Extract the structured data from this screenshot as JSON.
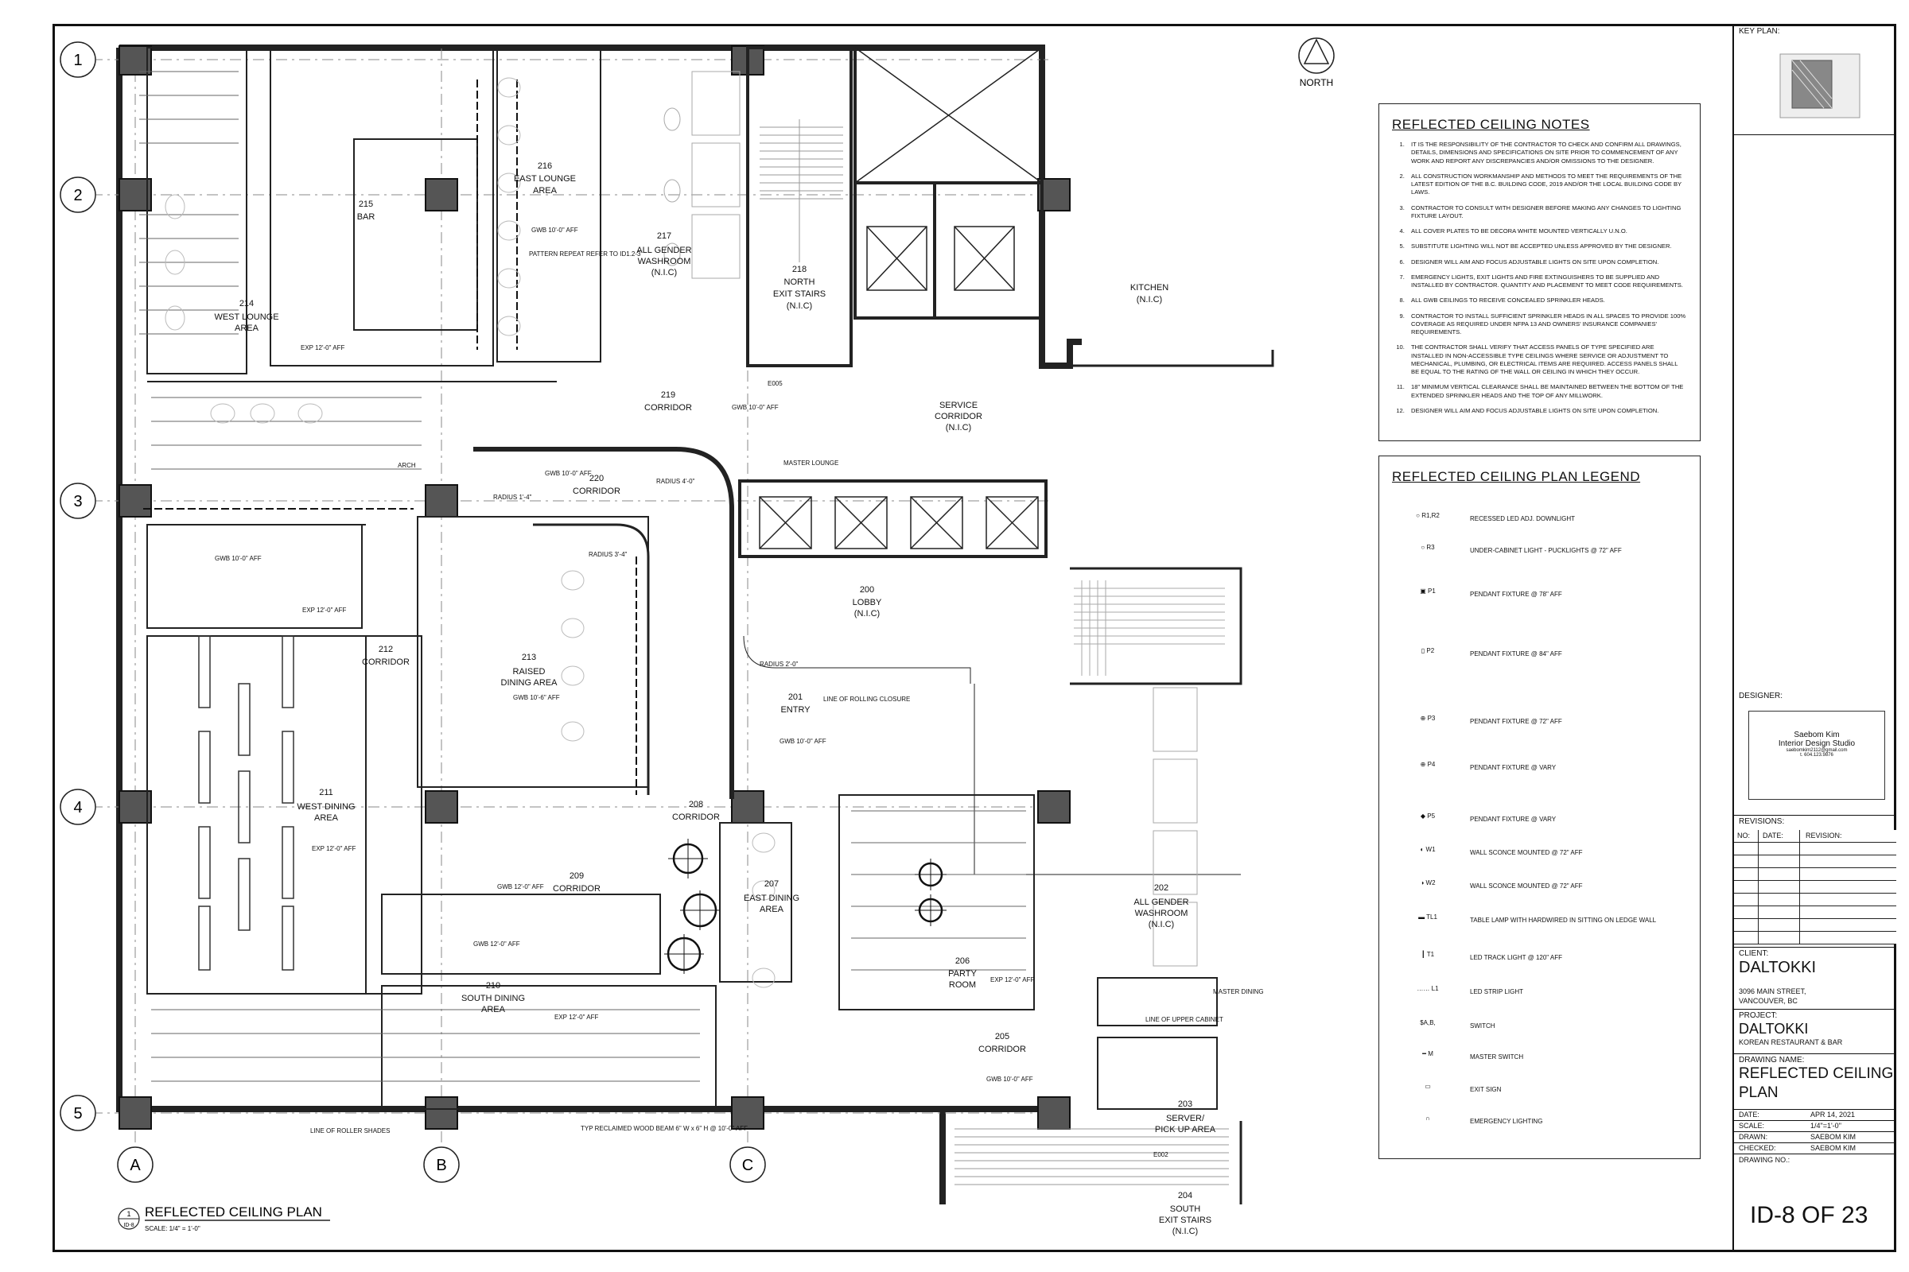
{
  "north_label": "NORTH",
  "grid_rows": [
    "1",
    "2",
    "3",
    "4",
    "5"
  ],
  "grid_cols": [
    "A",
    "B",
    "C"
  ],
  "rooms": [
    {
      "num": "214",
      "name": "WEST LOUNGE",
      "name2": "AREA"
    },
    {
      "num": "215",
      "name": "BAR",
      "name2": ""
    },
    {
      "num": "216",
      "name": "EAST LOUNGE",
      "name2": "AREA"
    },
    {
      "num": "217",
      "name": "ALL GENDER",
      "name2": "WASHROOM",
      "name3": "(N.I.C)"
    },
    {
      "num": "218",
      "name": "NORTH",
      "name2": "EXIT STAIRS",
      "name3": "(N.I.C)"
    },
    {
      "num": "",
      "name": "KITCHEN",
      "name2": "(N.I.C)"
    },
    {
      "num": "219",
      "name": "CORRIDOR"
    },
    {
      "num": "",
      "name": "SERVICE",
      "name2": "CORRIDOR",
      "name3": "(N.I.C)"
    },
    {
      "num": "220",
      "name": "CORRIDOR"
    },
    {
      "num": "200",
      "name": "LOBBY",
      "name2": "(N.I.C)"
    },
    {
      "num": "212",
      "name": "CORRIDOR"
    },
    {
      "num": "213",
      "name": "RAISED",
      "name2": "DINING AREA"
    },
    {
      "num": "201",
      "name": "ENTRY"
    },
    {
      "num": "211",
      "name": "WEST DINING",
      "name2": "AREA"
    },
    {
      "num": "208",
      "name": "CORRIDOR"
    },
    {
      "num": "209",
      "name": "CORRIDOR"
    },
    {
      "num": "207",
      "name": "EAST DINING",
      "name2": "AREA"
    },
    {
      "num": "206",
      "name": "PARTY",
      "name2": "ROOM"
    },
    {
      "num": "202",
      "name": "ALL GENDER",
      "name2": "WASHROOM",
      "name3": "(N.I.C)"
    },
    {
      "num": "210",
      "name": "SOUTH DINING",
      "name2": "AREA"
    },
    {
      "num": "205",
      "name": "CORRIDOR"
    },
    {
      "num": "203",
      "name": "SERVER/",
      "name2": "PICK UP AREA"
    },
    {
      "num": "204",
      "name": "SOUTH",
      "name2": "EXIT STAIRS",
      "name3": "(N.I.C)"
    }
  ],
  "plan_labels": {
    "arch": "ARCH",
    "radius_1_4": "RADIUS 1'-4\"",
    "radius_4_0": "RADIUS 4'-0\"",
    "radius_3_4": "RADIUS 3'-4\"",
    "radius_2_0": "RADIUS 2'-0\"",
    "rolling_closure": "LINE OF ROLLING CLOSURE",
    "upper_cabinet": "LINE OF UPPER CABINET",
    "master_lounge": "MASTER LOUNGE",
    "master_dining": "MASTER DINING",
    "roller_shades": "LINE OF ROLLER SHADES",
    "wood_beam": "TYP RECLAIMED WOOD BEAM 6\" W x 6\" H @ 10'-0\" AFF",
    "pattern_repeat": "PATTERN REPEAT REFER TO ID1.2-3",
    "gwb_10": "GWB 10'-0\" AFF",
    "gwb_12": "GWB 12'-0\" AFF",
    "gwb_10_6": "GWB 10'-6\" AFF",
    "exp_12": "EXP 12'-0\" AFF",
    "p1": "P1",
    "e005": "E005",
    "e002": "E002"
  },
  "plan_title": "REFLECTED CEILING PLAN",
  "plan_scale": "SCALE: 1/4\" = 1'-0\"",
  "plan_ref_num": "1",
  "plan_ref_sheet": "ID-8",
  "notes": {
    "title": "REFLECTED CEILING NOTES",
    "items": [
      "IT IS THE RESPONSIBILITY OF THE CONTRACTOR TO CHECK AND CONFIRM ALL DRAWINGS, DETAILS, DIMENSIONS AND SPECIFICATIONS ON SITE PRIOR TO COMMENCEMENT OF ANY WORK AND REPORT ANY DISCREPANCIES AND/OR OMISSIONS TO THE DESIGNER.",
      "ALL CONSTRUCTION WORKMANSHIP AND METHODS TO MEET THE REQUIREMENTS OF THE LATEST EDITION OF THE B.C. BUILDING CODE, 2019 AND/OR THE LOCAL BUILDING CODE BY LAWS.",
      "CONTRACTOR TO CONSULT WITH DESIGNER BEFORE MAKING ANY CHANGES TO LIGHTING FIXTURE LAYOUT.",
      "ALL COVER PLATES TO BE DECORA WHITE MOUNTED VERTICALLY U.N.O.",
      "SUBSTITUTE LIGHTING WILL NOT BE ACCEPTED UNLESS APPROVED BY THE DESIGNER.",
      "DESIGNER WILL AIM AND FOCUS ADJUSTABLE LIGHTS ON SITE UPON COMPLETION.",
      "EMERGENCY LIGHTS, EXIT LIGHTS AND FIRE EXTINGUISHERS TO BE SUPPLIED AND INSTALLED BY CONTRACTOR. QUANTITY AND PLACEMENT TO MEET CODE REQUIREMENTS.",
      "ALL GWB CEILINGS TO RECEIVE CONCEALED SPRINKLER HEADS.",
      "CONTRACTOR TO INSTALL SUFFICIENT SPRINKLER HEADS IN ALL SPACES TO PROVIDE 100% COVERAGE AS REQUIRED UNDER NFPA 13 AND OWNERS' INSURANCE COMPANIES' REQUIREMENTS.",
      "THE CONTRACTOR SHALL VERIFY THAT ACCESS PANELS OF TYPE SPECIFIED ARE INSTALLED IN NON-ACCESSIBLE TYPE CEILINGS WHERE SERVICE OR ADJUSTMENT TO MECHANICAL, PLUMBING, OR ELECTRICAL ITEMS ARE REQUIRED. ACCESS PANELS SHALL BE EQUAL TO THE RATING OF THE WALL OR CEILING IN WHICH THEY OCCUR.",
      "18\" MINIMUM VERTICAL CLEARANCE SHALL BE MAINTAINED BETWEEN THE BOTTOM OF THE EXTENDED SPRINKLER HEADS AND THE TOP OF ANY MILLWORK.",
      "DESIGNER WILL AIM AND FOCUS ADJUSTABLE LIGHTS ON SITE UPON COMPLETION."
    ]
  },
  "legend": {
    "title": "REFLECTED CEILING  PLAN LEGEND",
    "items": [
      {
        "sym": "R1,R2",
        "text": "RECESSED LED ADJ. DOWNLIGHT"
      },
      {
        "sym": "R3",
        "text": "UNDER-CABINET LIGHT - PUCKLIGHTS @ 72\" AFF"
      },
      {
        "sym": "P1",
        "text": "PENDANT FIXTURE @ 78\" AFF"
      },
      {
        "sym": "P2",
        "text": "PENDANT FIXTURE @ 84\" AFF"
      },
      {
        "sym": "P3",
        "text": "PENDANT FIXTURE @ 72\" AFF"
      },
      {
        "sym": "P4",
        "text": "PENDANT FIXTURE @ VARY"
      },
      {
        "sym": "P5",
        "text": "PENDANT FIXTURE @ VARY"
      },
      {
        "sym": "W1",
        "text": "WALL SCONCE MOUNTED @ 72\" AFF"
      },
      {
        "sym": "W2",
        "text": "WALL SCONCE MOUNTED @ 72\" AFF"
      },
      {
        "sym": "TL1",
        "text": "TABLE LAMP WITH HARDWIRED IN SITTING ON LEDGE WALL"
      },
      {
        "sym": "T1",
        "text": "LED TRACK LIGHT @ 120\" AFF"
      },
      {
        "sym": "L1",
        "text": "LED STRIP LIGHT"
      },
      {
        "sym": "$A,B,",
        "text": "SWITCH"
      },
      {
        "sym": "M",
        "text": "MASTER SWITCH"
      },
      {
        "sym": "",
        "text": "EXIT SIGN"
      },
      {
        "sym": "",
        "text": "EMERGENCY LIGHTING"
      }
    ]
  },
  "title_block": {
    "key_plan": "KEY PLAN:",
    "designer_label": "DESIGNER:",
    "designer_name": "Saebom Kim",
    "designer_studio": "Interior Design Studio",
    "designer_email": "saebomkim2112@gmail.com",
    "designer_phone": "t. 604.123.9876",
    "revisions_label": "REVISIONS:",
    "rev_cols": [
      "NO:",
      "DATE:",
      "REVISION:"
    ],
    "client_label": "CLIENT:",
    "client_name": "DALTOKKI",
    "client_address1": "3096 MAIN STREET,",
    "client_address2": "VANCOUVER, BC",
    "project_label": "PROJECT:",
    "project_name": "DALTOKKI",
    "project_sub": "KOREAN RESTAURANT & BAR",
    "drawing_name_label": "DRAWING NAME:",
    "drawing_name1": "REFLECTED CEILING",
    "drawing_name2": "PLAN",
    "date_label": "DATE:",
    "date_value": "APR 14, 2021",
    "scale_label": "SCALE:",
    "scale_value": "1/4\"=1'-0\"",
    "drawn_label": "DRAWN:",
    "drawn_value": "SAEBOM KIM",
    "checked_label": "CHECKED:",
    "checked_value": "SAEBOM KIM",
    "drawing_no_label": "DRAWING NO.:",
    "drawing_no": "ID-8 OF 23"
  }
}
